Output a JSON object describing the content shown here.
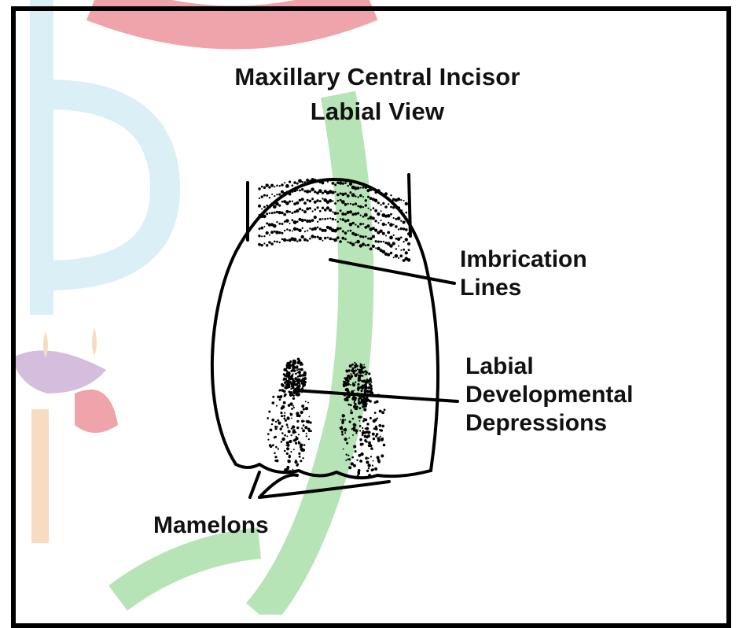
{
  "diagram": {
    "title_line1": "Maxillary Central Incisor",
    "title_line2": "Labial View",
    "labels": {
      "imbrication_1": "Imbrication",
      "imbrication_2": "Lines",
      "labial_1": "Labial",
      "labial_2": "Developmental",
      "labial_3": "Depressions",
      "mamelons": "Mamelons"
    }
  },
  "watermark": {
    "colors": {
      "blue": "#bfe3ef",
      "red": "#e35a68",
      "green": "#7ccf7c",
      "purple": "#b38ac2",
      "orange": "#f4c090"
    }
  }
}
